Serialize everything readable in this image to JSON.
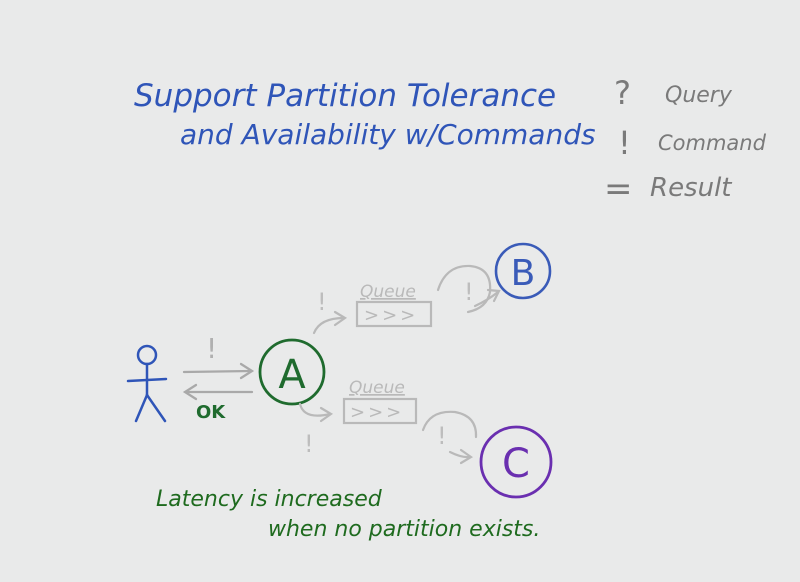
{
  "title": {
    "line1": "Support Partition Tolerance",
    "line2": "and Availability w/Commands",
    "color": "#2f55b8"
  },
  "legend": {
    "items": [
      {
        "symbol": "?",
        "label": "Query"
      },
      {
        "symbol": "!",
        "label": "Command"
      },
      {
        "symbol": "=",
        "label": "Result"
      }
    ],
    "color": "#7a7a7a"
  },
  "diagram": {
    "client_to_a_symbol": "!",
    "a_to_client_label": "OK",
    "node_a": {
      "label": "A",
      "color": "#1f6b2e"
    },
    "node_b": {
      "label": "B",
      "color": "#3a5bb8"
    },
    "node_c": {
      "label": "C",
      "color": "#6a2fb0"
    },
    "queue_top": {
      "label": "Queue",
      "contents": ">>>"
    },
    "queue_bottom": {
      "label": "Queue",
      "contents": ">>>"
    },
    "cmd_to_queue_top": "!",
    "cmd_to_queue_bottom": "!",
    "queue_top_to_b": "!",
    "queue_bottom_to_c": "!",
    "faint_color": "#b9b9b9"
  },
  "note": {
    "line1": "Latency is increased",
    "line2": "when no partition exists.",
    "color": "#1f6b1f"
  }
}
